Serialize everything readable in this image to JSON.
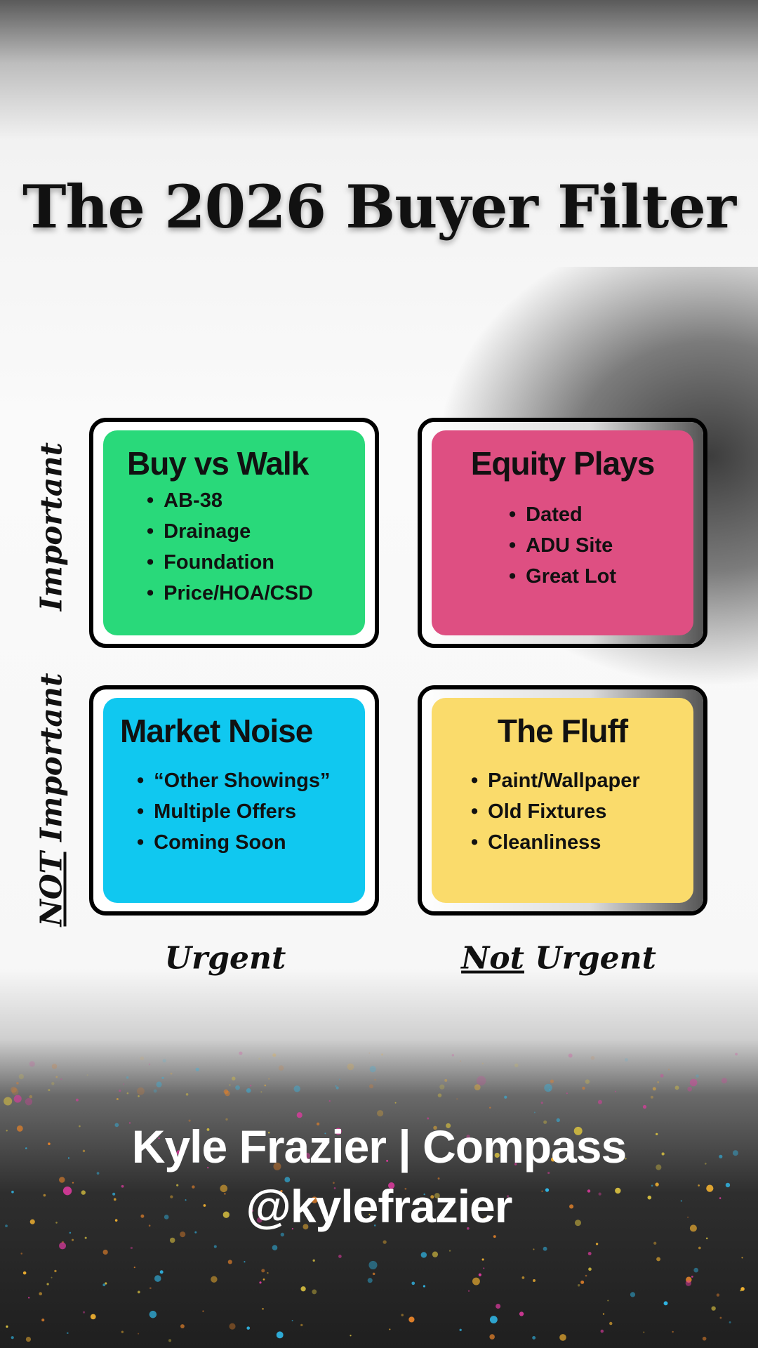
{
  "title": "The 2026 Buyer Filter",
  "axes": {
    "row_top": "Important",
    "row_bottom_prefix": "NOT",
    "row_bottom_suffix": " Important",
    "col_left": "Urgent",
    "col_right_prefix": "Not",
    "col_right_suffix": " Urgent"
  },
  "quadrants": [
    {
      "heading": "Buy vs Walk",
      "color": "#29d97a",
      "items": [
        "AB-38",
        "Drainage",
        "Foundation",
        "Price/HOA/CSD"
      ]
    },
    {
      "heading": "Equity Plays",
      "color": "#de4f82",
      "items": [
        "Dated",
        "ADU Site",
        "Great Lot"
      ]
    },
    {
      "heading": "Market Noise",
      "color": "#10c8f0",
      "items": [
        "“Other Showings”",
        "Multiple Offers",
        "Coming Soon"
      ]
    },
    {
      "heading": "The Fluff",
      "color": "#fadb6b",
      "items": [
        "Paint/Wallpaper",
        "Old Fixtures",
        "Cleanliness"
      ]
    }
  ],
  "footer": {
    "line1": "Kyle Frazier | Compass",
    "line2": "@kylefrazier"
  }
}
